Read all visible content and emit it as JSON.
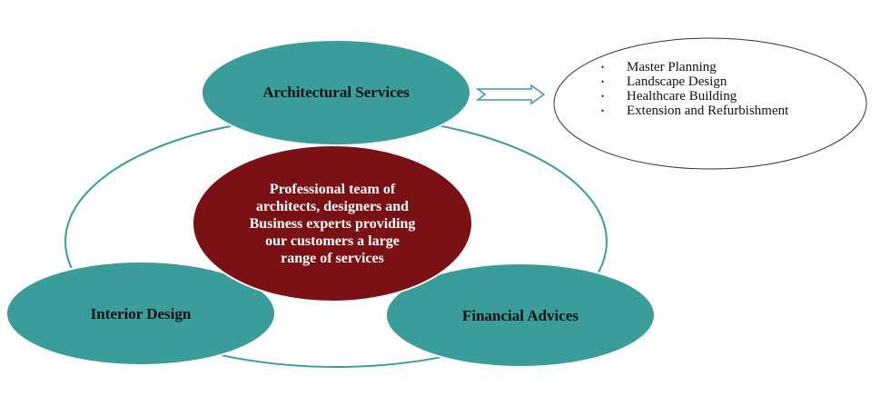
{
  "diagram": {
    "top_node": {
      "label": "Architectural Services"
    },
    "left_node": {
      "label": "Interior Design"
    },
    "right_node": {
      "label": "Financial Advices"
    },
    "center_node": {
      "label_lines": [
        "Professional team of",
        "architects, designers and",
        "Business experts providing",
        "our customers a large",
        "range of services"
      ]
    },
    "services_callout": {
      "bullet": "•",
      "items": [
        "Master Planning",
        "Landscape Design",
        "Healthcare Building",
        "Extension and Refurbishment"
      ]
    },
    "colors": {
      "teal": "#3a9d99",
      "dark_red": "#7a1114",
      "outline": "#3a9d99",
      "callout_border": "#333333"
    }
  }
}
